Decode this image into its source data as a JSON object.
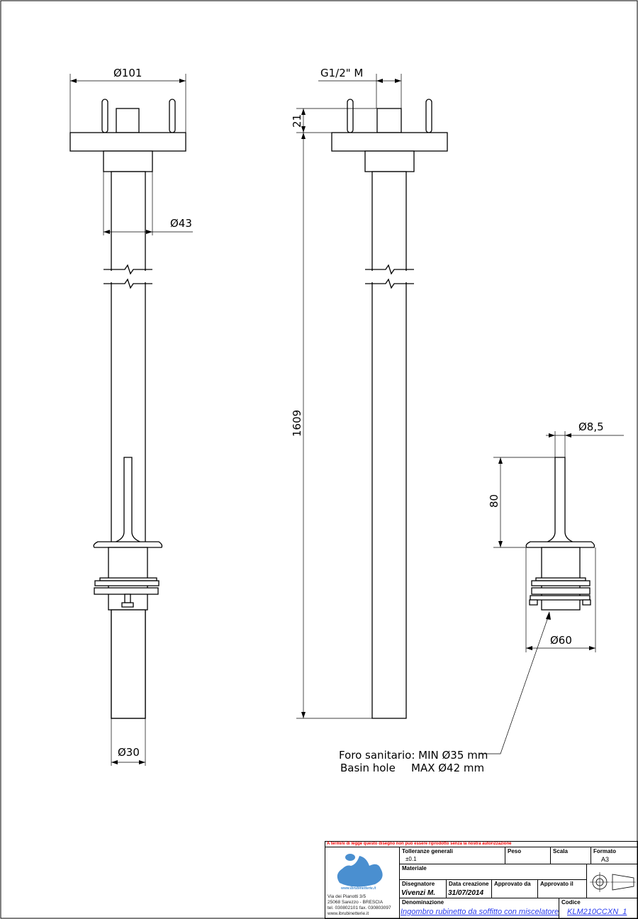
{
  "dimensions": {
    "d101": "Ø101",
    "d43": "Ø43",
    "d30": "Ø30",
    "thread": "G1/2\" M",
    "h21": "21",
    "h1609": "1609",
    "d8_5": "Ø8,5",
    "h80": "80",
    "d60": "Ø60"
  },
  "note": {
    "line1": "Foro sanitario: MIN Ø35 mm",
    "line2_left": "Basin hole",
    "line2_right": "MAX Ø42 mm"
  },
  "title_block": {
    "warning": "A termini di legge questo disegno non può essere riprodotto senza la nostra autorizzazione",
    "logo_url_text": "www.ibrubinetterie.it",
    "address": [
      "Via dei Pianotti 3/5",
      "25068 Sarezzo - BRESCIA",
      "tel. 030802101 fax. 030803097",
      "www.ibrubinetterie.it"
    ],
    "tolerances_label": "Tolleranze generali",
    "tolerances_value": "±0.1",
    "weight_label": "Peso",
    "scale_label": "Scala",
    "format_label": "Formato",
    "format_value": "A3",
    "material_label": "Materiale",
    "drawer_label": "Disegnatore",
    "drawer_value": "Vivenzi M.",
    "created_label": "Data creazione",
    "created_value": "31/07/2014",
    "approved_by_label": "Approvato da",
    "approved_on_label": "Approvato il",
    "name_label": "Denominazione",
    "name_value": "Ingombro rubinetto da soffitto con miscelatore",
    "code_label": "Codice",
    "code_value": "KLM210CCXN_1",
    "warning_color": "#ff0000",
    "logo_color": "#4a8fd0",
    "link_color": "#2a3cf0"
  }
}
